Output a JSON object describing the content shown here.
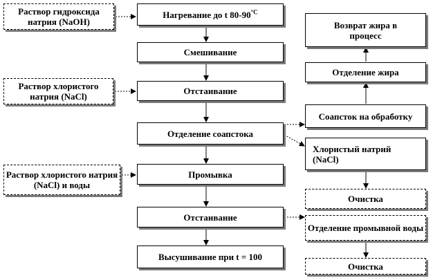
{
  "boxes": {
    "naoh": "Раствор гидроксида натрия (NaOH)",
    "heat_prefix": "Нагревание до t 80-90",
    "heat_unit": "°C",
    "mix": "Смешивание",
    "nacl": "Раствор хлористого натрия (NaCl)",
    "settle1": "Отстаивание",
    "soapstock_sep": "Отделение соапстока",
    "nacl_water": "Раствор хлористого натрия (NaCl) и воды",
    "wash": "Промывка",
    "settle2": "Отстаивание",
    "dry": "Высушивание при t = 100",
    "fat_return": "Возврат жира в процесс",
    "fat_sep": "Отделение жира",
    "soapstock_proc": "Соапсток на обработку",
    "nacl_out": "Хлористый натрий (NaCl)",
    "clean1": "Очистка",
    "wash_water_sep": "Отделение промывной воды",
    "clean2": "Очистка"
  }
}
